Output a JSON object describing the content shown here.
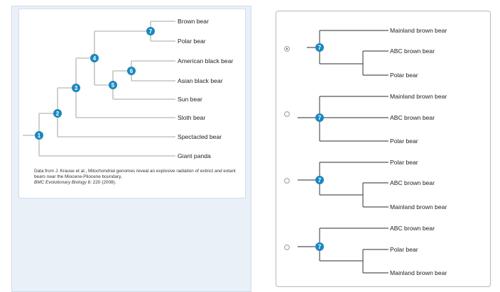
{
  "figure": {
    "nodes": [
      "1",
      "2",
      "3",
      "4",
      "5",
      "6",
      "7"
    ],
    "leaves": [
      "Brown bear",
      "Polar bear",
      "American black bear",
      "Asian black bear",
      "Sun bear",
      "Sloth bear",
      "Spectacled bear",
      "Giant panda"
    ],
    "citation": {
      "text": "Data from J. Krause et al., Mitochondrial genomes reveal an explosive radiation of extinct and extant bears near the Miocene-Pliocene boundary,",
      "journal": "BMC Evolutionary Biology",
      "details": " 8: 220 (2008)."
    }
  },
  "options": [
    {
      "selected": true,
      "node": "7",
      "leaves": [
        "Mainland brown bear",
        "ABC brown bear",
        "Polar bear"
      ]
    },
    {
      "selected": false,
      "node": "7",
      "leaves": [
        "Mainland brown bear",
        "ABC brown bear",
        "Polar bear"
      ]
    },
    {
      "selected": false,
      "node": "7",
      "leaves": [
        "Polar bear",
        "ABC brown bear",
        "Mainland brown bear"
      ]
    },
    {
      "selected": false,
      "node": "7",
      "leaves": [
        "ABC brown bear",
        "Polar bear",
        "Mainland brown bear"
      ]
    }
  ],
  "colors": {
    "branch": "#c4c4bd",
    "node": "#1a88bf",
    "option_line": "#555555"
  }
}
